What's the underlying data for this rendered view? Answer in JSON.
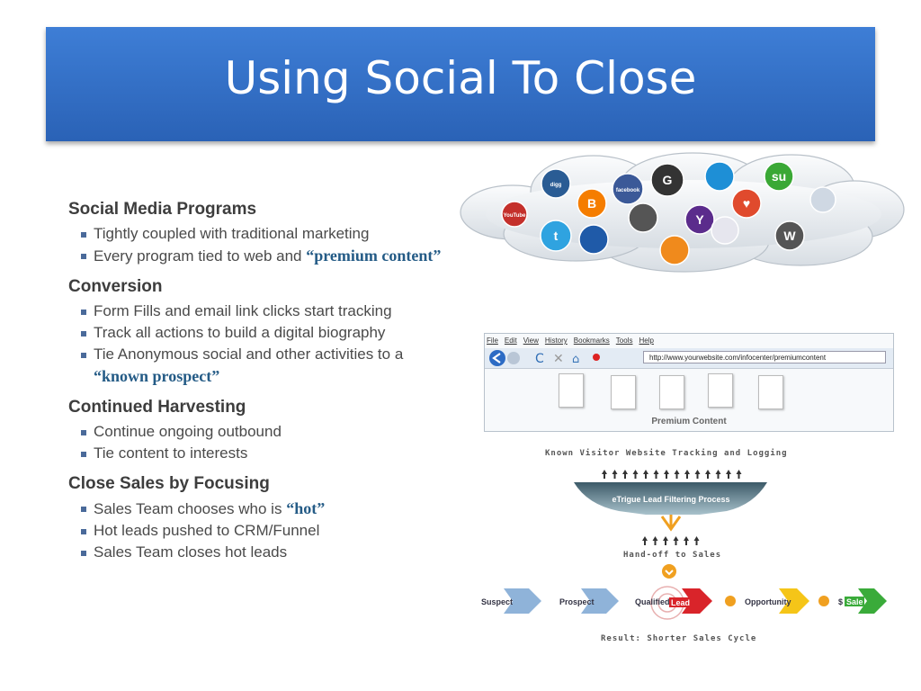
{
  "slide": {
    "title": "Using Social To Close"
  },
  "sections": [
    {
      "heading": "Social Media Programs",
      "bullets": [
        {
          "text": "Tightly coupled with traditional marketing",
          "highlight": ""
        },
        {
          "text": "Every program tied to web and ",
          "highlight": "“premium content”"
        }
      ]
    },
    {
      "heading": "Conversion",
      "bullets": [
        {
          "text": "Form Fills and email link clicks start tracking",
          "highlight": ""
        },
        {
          "text": "Track all actions to build a digital biography",
          "highlight": ""
        },
        {
          "text": "Tie Anonymous social and other activities to a ",
          "highlight": "“known prospect”"
        }
      ]
    },
    {
      "heading": "Continued Harvesting",
      "bullets": [
        {
          "text": "Continue ongoing outbound",
          "highlight": ""
        },
        {
          "text": "Tie content to interests",
          "highlight": ""
        }
      ]
    },
    {
      "heading": "Close Sales by Focusing",
      "bullets": [
        {
          "text": "Sales Team chooses who is ",
          "highlight": "“hot”"
        },
        {
          "text": "Hot leads pushed to CRM/Funnel",
          "highlight": ""
        },
        {
          "text": "Sales Team closes hot leads",
          "highlight": ""
        }
      ]
    }
  ],
  "cloud_icons": [
    {
      "name": "youtube-icon",
      "label": "YouTube",
      "color": "#c4302b"
    },
    {
      "name": "digg-icon",
      "label": "digg",
      "color": "#2a5c94"
    },
    {
      "name": "blogger-icon",
      "label": "B",
      "color": "#f57d00"
    },
    {
      "name": "facebook-icon",
      "label": "facebook",
      "color": "#3b5998"
    },
    {
      "name": "google-icon",
      "label": "G",
      "color": "#333333"
    },
    {
      "name": "orkut-icon",
      "label": "",
      "color": "#1e8fd6"
    },
    {
      "name": "stumbleupon-icon",
      "label": "su",
      "color": "#3aa835"
    },
    {
      "name": "reddit-icon",
      "label": "",
      "color": "#cfd8e3"
    },
    {
      "name": "twitter-icon",
      "label": "t",
      "color": "#2fa3e0"
    },
    {
      "name": "myspace-icon",
      "label": "",
      "color": "#1f5aa8"
    },
    {
      "name": "delicious-icon",
      "label": "",
      "color": "#555555"
    },
    {
      "name": "yahoo-icon",
      "label": "Y",
      "color": "#5b2c8c"
    },
    {
      "name": "heart-icon",
      "label": "♥",
      "color": "#e04a2d"
    },
    {
      "name": "flickr-icon",
      "label": "",
      "color": "#e6e6ee"
    },
    {
      "name": "wordpress-icon",
      "label": "W",
      "color": "#555555"
    },
    {
      "name": "rss-icon",
      "label": "",
      "color": "#f08a1c"
    }
  ],
  "browser": {
    "menu": [
      "File",
      "Edit",
      "View",
      "History",
      "Bookmarks",
      "Tools",
      "Help"
    ],
    "url": "http://www.yourwebsite.com/infocenter/premiumcontent",
    "caption": "Premium Content"
  },
  "funnel": {
    "caption": "Known Visitor Website Tracking and Logging",
    "label": "eTrigue Lead Filtering Process",
    "handoff": "Hand-off to Sales"
  },
  "stages": [
    "Suspect",
    "Prospect",
    "Qualified",
    "Lead",
    "Opportunity",
    "$",
    "Sale"
  ],
  "result": "Result: Shorter Sales Cycle",
  "colors": {
    "title_bg": "#3370c8",
    "highlight": "#245b86",
    "funnel": "#5c7f8e",
    "arrow_blue": "#8fb3d9",
    "arrow_red": "#d9242a",
    "arrow_yellow": "#f5c518",
    "arrow_green": "#3aab3a"
  }
}
